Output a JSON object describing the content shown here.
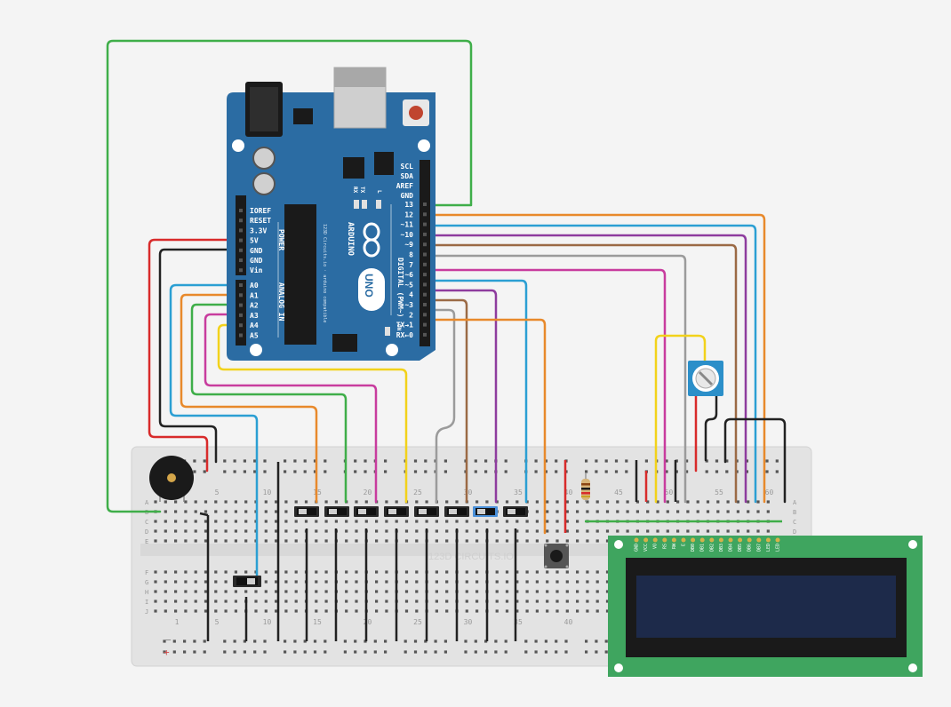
{
  "board": {
    "top_labels": [
      "SCL",
      "SDA",
      "AREF",
      "GND"
    ],
    "digital_pins": [
      "13",
      "12",
      "~11",
      "~10",
      "~9",
      "8",
      "7",
      "~6",
      "~5",
      "4",
      "~3",
      "2",
      "TX→1",
      "RX←0"
    ],
    "power_pins": [
      "IOREF",
      "RESET",
      "3.3V",
      "5V",
      "GND",
      "GND",
      "Vin"
    ],
    "analog_pins": [
      "A0",
      "A1",
      "A2",
      "A3",
      "A4",
      "A5"
    ],
    "power_label": "POWER",
    "analog_label": "ANALOG IN",
    "digital_label": "DIGITAL (PWM~)",
    "brand": "ARDUINO",
    "model": "UNO",
    "tx_label": "TX",
    "rx_label": "RX",
    "on_label": "ON",
    "l_label": "L",
    "vertical_text": "123D Circuits.io · arduino compatible"
  },
  "breadboard": {
    "watermark": "123D CIRCUITS.IO",
    "rows_top": [
      "A",
      "B",
      "C",
      "D",
      "E"
    ],
    "rows_bottom": [
      "F",
      "G",
      "H",
      "I",
      "J"
    ],
    "cols_top": [
      "5",
      "10",
      "15",
      "20",
      "25",
      "30",
      "35",
      "40",
      "45",
      "50",
      "55",
      "60"
    ],
    "cols_bottom": [
      "1",
      "5",
      "10",
      "15",
      "20",
      "25",
      "30",
      "35",
      "40"
    ],
    "rail_minus": "−",
    "rail_plus": "+"
  },
  "lcd": {
    "pins": [
      "GND",
      "VCC",
      "VO",
      "RS",
      "RW",
      "E",
      "DB0",
      "DB1",
      "DB2",
      "DB3",
      "DB4",
      "DB5",
      "DB6",
      "DB7",
      "LED",
      "LED"
    ]
  },
  "colors": {
    "board": "#2b6ca3",
    "breadboard": "#e6e6e6",
    "lcd_pcb": "#3fa55f",
    "lcd_screen": "#1d2a4a",
    "wire_green": "#3fae49",
    "wire_orange": "#e8892b",
    "wire_blue": "#2b9fd3",
    "wire_purple": "#8e3c9e",
    "wire_brown": "#9b6a45",
    "wire_gray": "#9b9b9b",
    "wire_magenta": "#c83c9e",
    "wire_yellow": "#f2d21b",
    "wire_red": "#d82b2b",
    "wire_black": "#222222"
  }
}
